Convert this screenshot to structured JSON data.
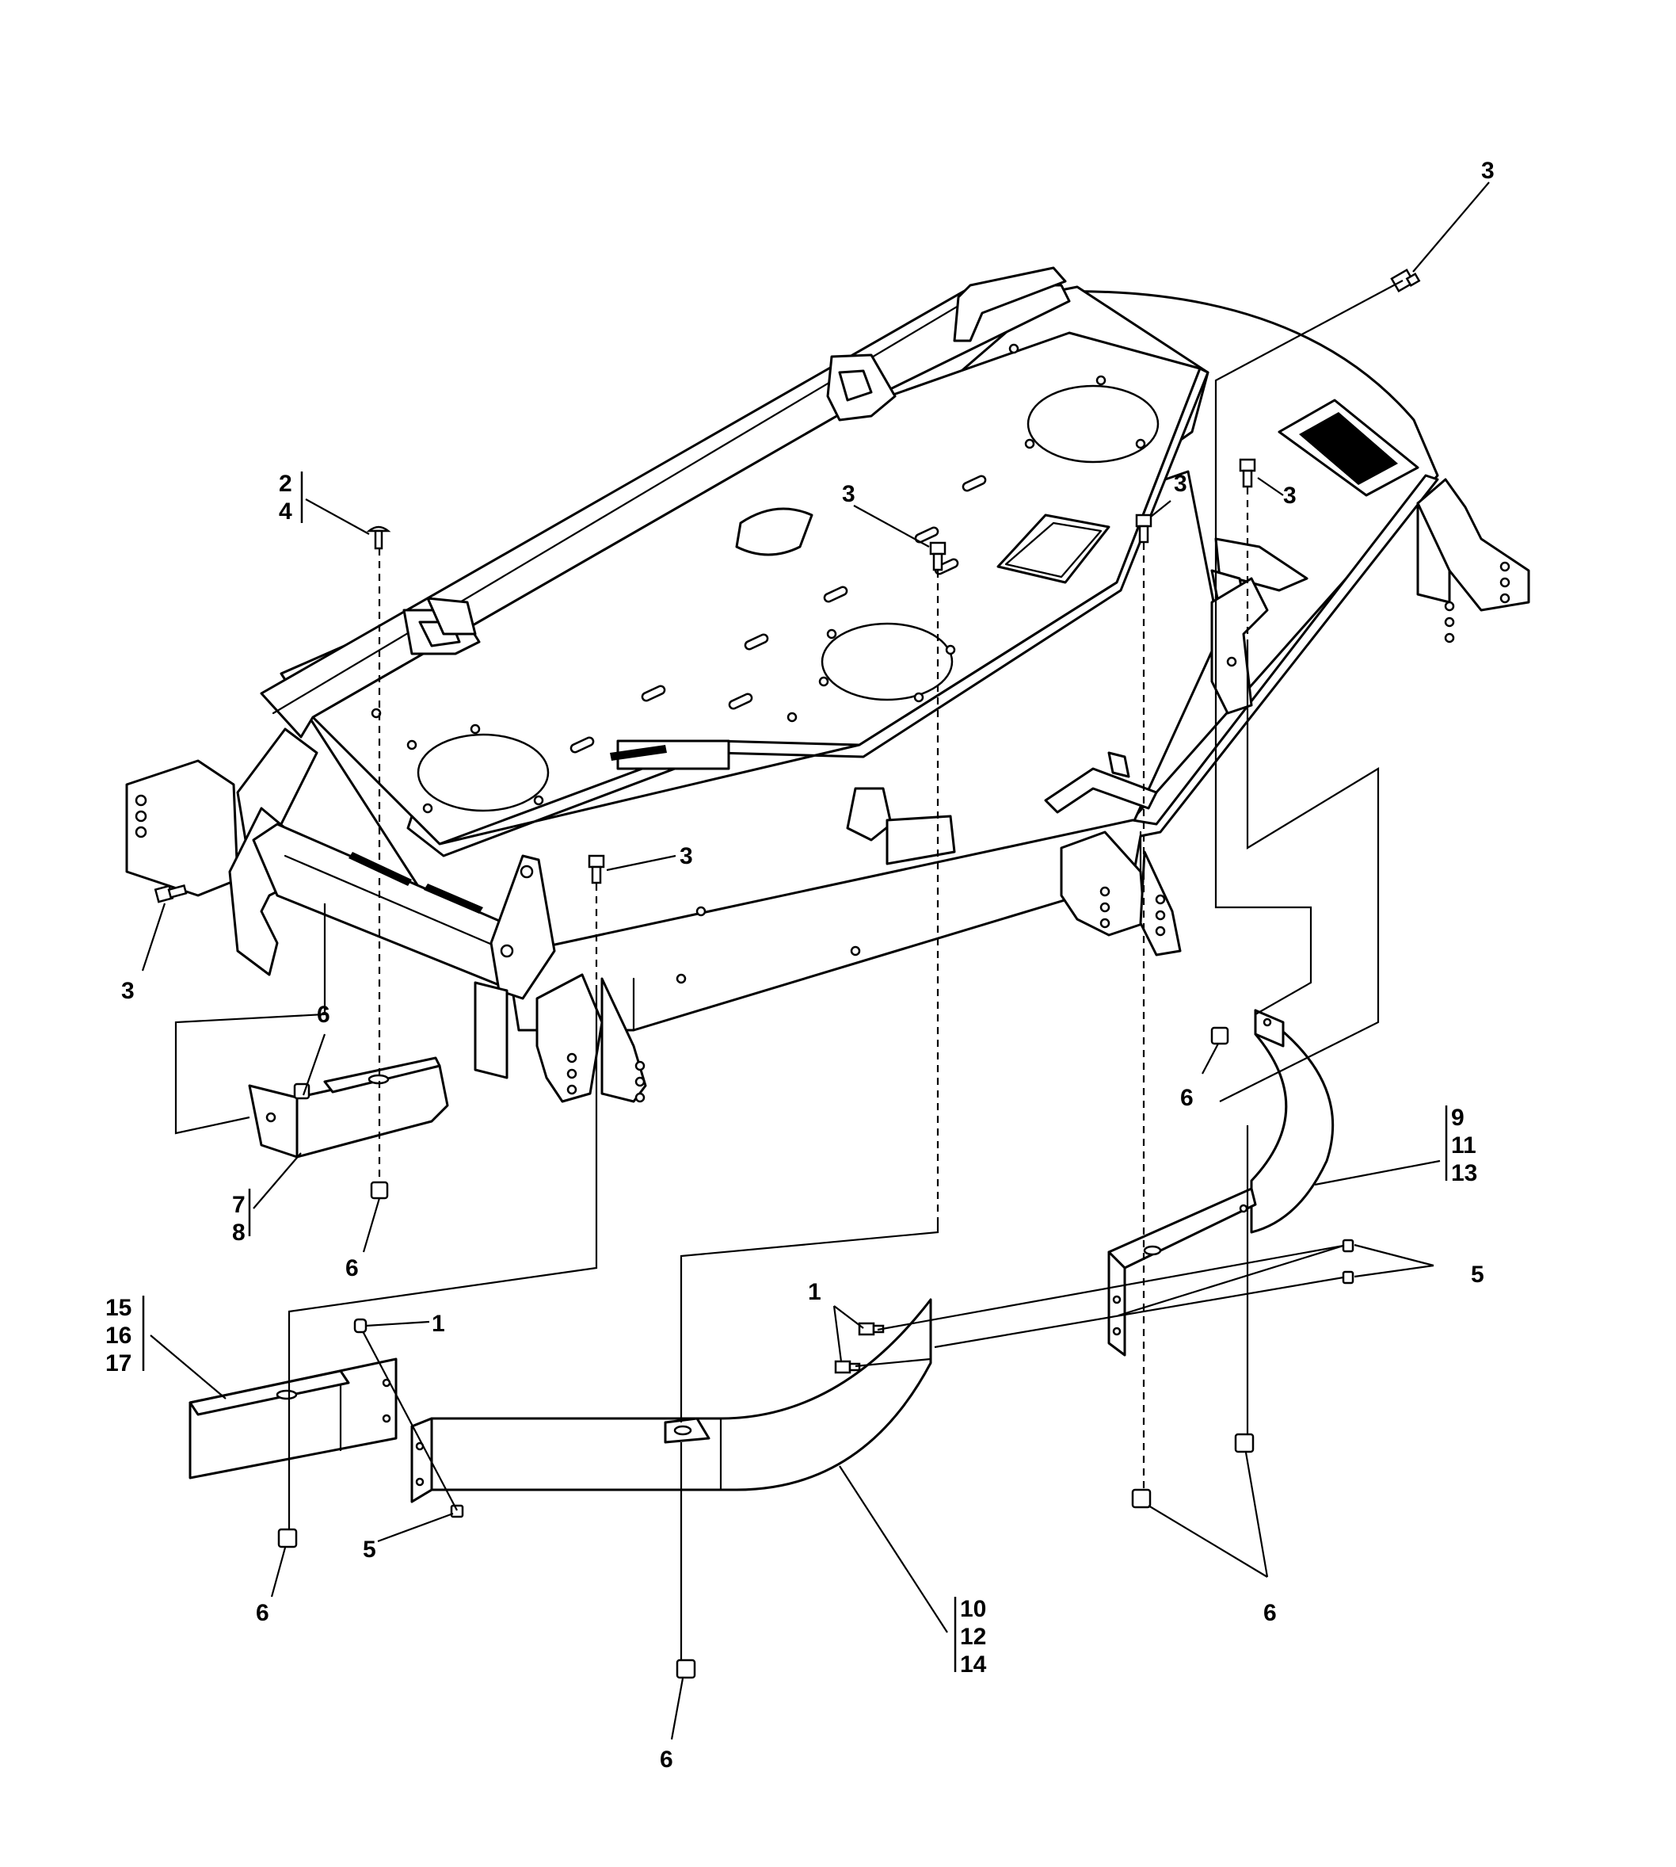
{
  "callouts": {
    "c3_top_right": "3",
    "c2": "2",
    "c4": "4",
    "c3_center": "3",
    "c3_right_a": "3",
    "c3_right_b": "3",
    "c3_front": "3",
    "c3_left": "3",
    "c6_left_top": "6",
    "c7": "7",
    "c8": "8",
    "c6_left_mid": "6",
    "c6_right_top": "6",
    "c9": "9",
    "c11": "11",
    "c13": "13",
    "c5_right": "5",
    "c1_center": "1",
    "c15": "15",
    "c16": "16",
    "c17": "17",
    "c1_left": "1",
    "c5_left": "5",
    "c6_bottom_left": "6",
    "c10": "10",
    "c12": "12",
    "c14": "14",
    "c6_bottom_right": "6",
    "c6_bottom_center": "6"
  },
  "colors": {
    "line": "#000000",
    "background": "#ffffff"
  }
}
